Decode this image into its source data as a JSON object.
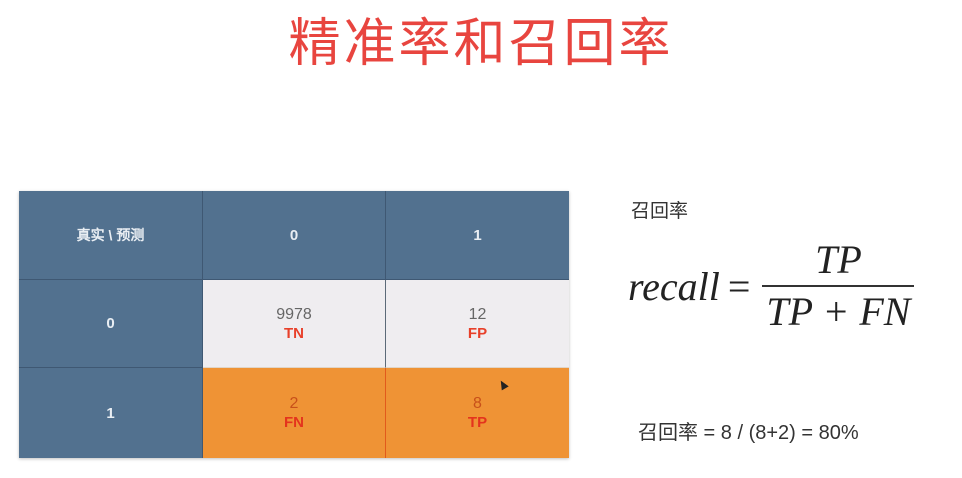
{
  "title": "精准率和召回率",
  "matrix": {
    "corner_label": "真实 \\ 预测",
    "col_headers": [
      "0",
      "1"
    ],
    "rows": [
      {
        "label": "0",
        "cells": [
          {
            "value": "9978",
            "tag": "TN"
          },
          {
            "value": "12",
            "tag": "FP"
          }
        ]
      },
      {
        "label": "1",
        "cells": [
          {
            "value": "2",
            "tag": "FN"
          },
          {
            "value": "8",
            "tag": "TP"
          }
        ]
      }
    ],
    "colors": {
      "header_bg": "#52718f",
      "light_bg": "#efedf0",
      "highlight_bg": "#ef9335",
      "tag_color": "#e8402a"
    }
  },
  "formula": {
    "label": "召回率",
    "lhs": "recall",
    "equals": "=",
    "numerator": "TP",
    "denominator": "TP + FN"
  },
  "result": "召回率 = 8 / (8+2) = 80%",
  "title_color": "#e8453f"
}
